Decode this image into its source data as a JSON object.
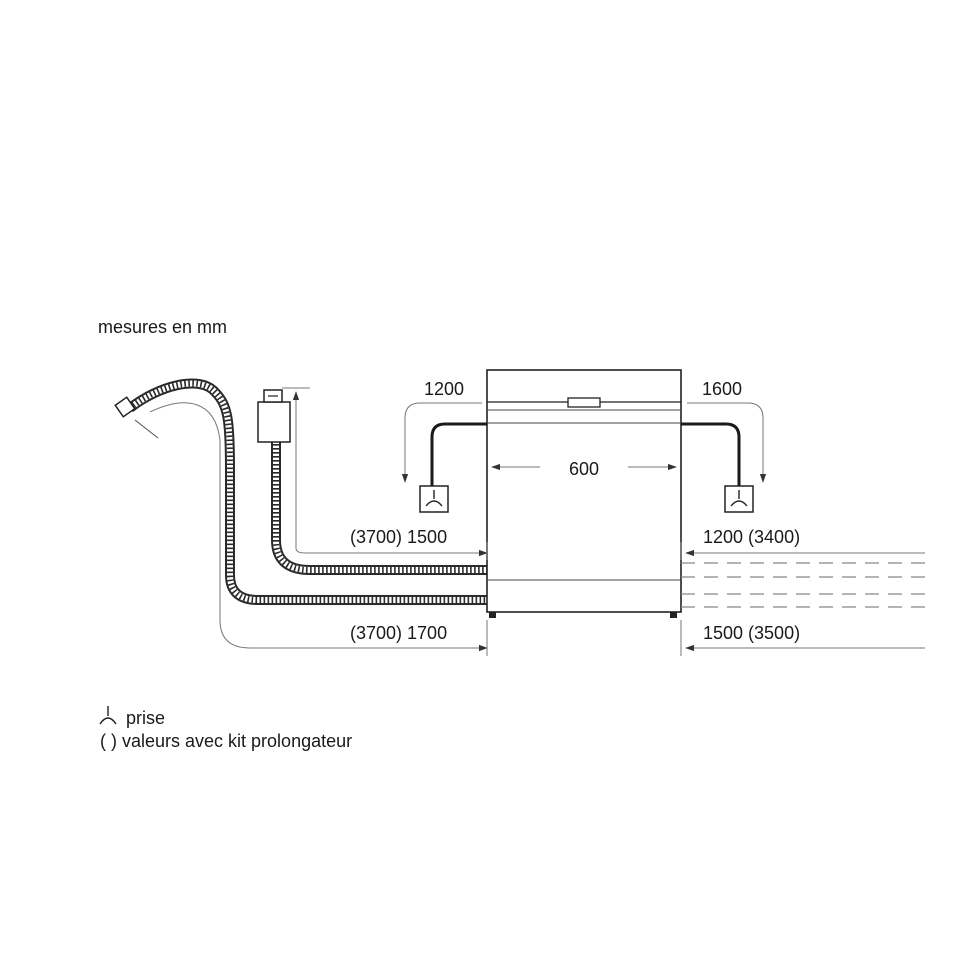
{
  "diagram": {
    "units_note": "mesures en mm",
    "dims": {
      "width": "600",
      "left_socket": "1200",
      "right_socket": "1600",
      "left_upper": "(3700) 1500",
      "left_lower": "(3700) 1700",
      "right_upper": "1200 (3400)",
      "right_lower": "1500 (3500)"
    },
    "legend": {
      "socket": "prise",
      "brackets": "( ) valeurs avec kit prolongateur"
    },
    "colors": {
      "line": "#1a1a1a",
      "dim_line": "#777777",
      "hose": "#2a2a2a"
    }
  }
}
